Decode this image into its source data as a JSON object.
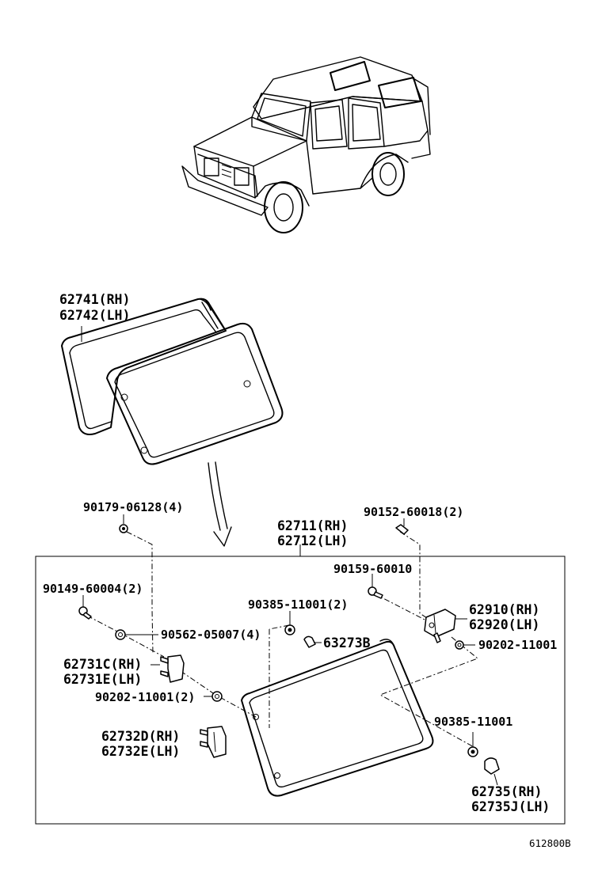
{
  "labels": {
    "glass_rh": "62741(RH)",
    "glass_lh": "62742(LH)",
    "bolt_90179": "90179-06128(4)",
    "screw_90152": "90152-60018(2)",
    "window_rh": "62711(RH)",
    "window_lh": "62712(LH)",
    "screw_90159": "90159-60010",
    "screw_90149": "90149-60004(2)",
    "washer_90385_2": "90385-11001(2)",
    "hinge_rh": "62910(RH)",
    "hinge_lh": "62920(LH)",
    "nut_90562": "90562-05007(4)",
    "clip_63273b": "63273B",
    "nut_90202_single": "90202-11001",
    "lock_rh": "62731C(RH)",
    "lock_lh": "62731E(LH)",
    "nut_90202_2": "90202-11001(2)",
    "washer_90385_single": "90385-11001",
    "bracket_rh": "62732D(RH)",
    "bracket_lh": "62732E(LH)",
    "cap_rh": "62735(RH)",
    "cap_lh": "62735J(LH)"
  },
  "reference_code": "612800B"
}
